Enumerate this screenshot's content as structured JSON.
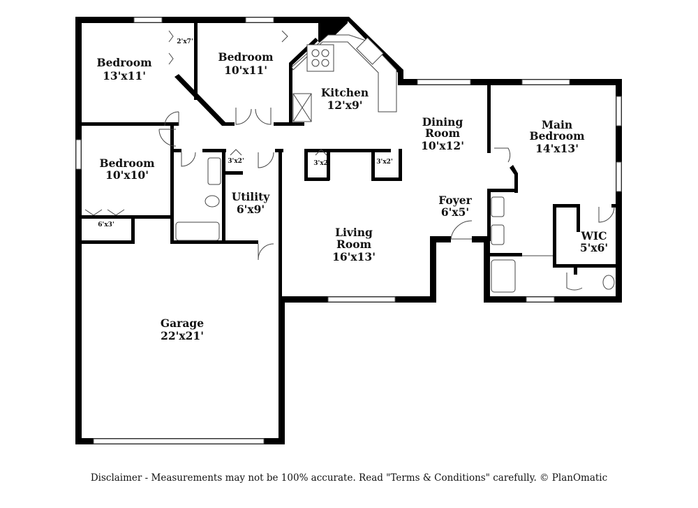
{
  "rooms": {
    "bedroom_nw": {
      "name": "Bedroom",
      "size": "13'x11'"
    },
    "bedroom_n": {
      "name": "Bedroom",
      "size": "10'x11'"
    },
    "kitchen": {
      "name": "Kitchen",
      "size": "12'x9'"
    },
    "dining": {
      "name1": "Dining",
      "name2": "Room",
      "size": "10'x12'"
    },
    "main_bedroom": {
      "name1": "Main",
      "name2": "Bedroom",
      "size": "14'x13'"
    },
    "bedroom_w": {
      "name": "Bedroom",
      "size": "10'x10'"
    },
    "utility": {
      "name": "Utility",
      "size": "6'x9'"
    },
    "living": {
      "name1": "Living",
      "name2": "Room",
      "size": "16'x13'"
    },
    "foyer": {
      "name": "Foyer",
      "size": "6'x5'"
    },
    "wic": {
      "name": "WIC",
      "size": "5'x6'"
    },
    "garage": {
      "name": "Garage",
      "size": "22'x21'"
    }
  },
  "closets": {
    "c1": "2'x7'",
    "c2": "3'x2'",
    "c3": "3'x2'",
    "c4": "3'x2'",
    "c5": "6'x3'"
  },
  "disclaimer": "Disclaimer - Measurements may not be 100% accurate. Read \"Terms & Conditions\" carefully. © PlanOmatic"
}
